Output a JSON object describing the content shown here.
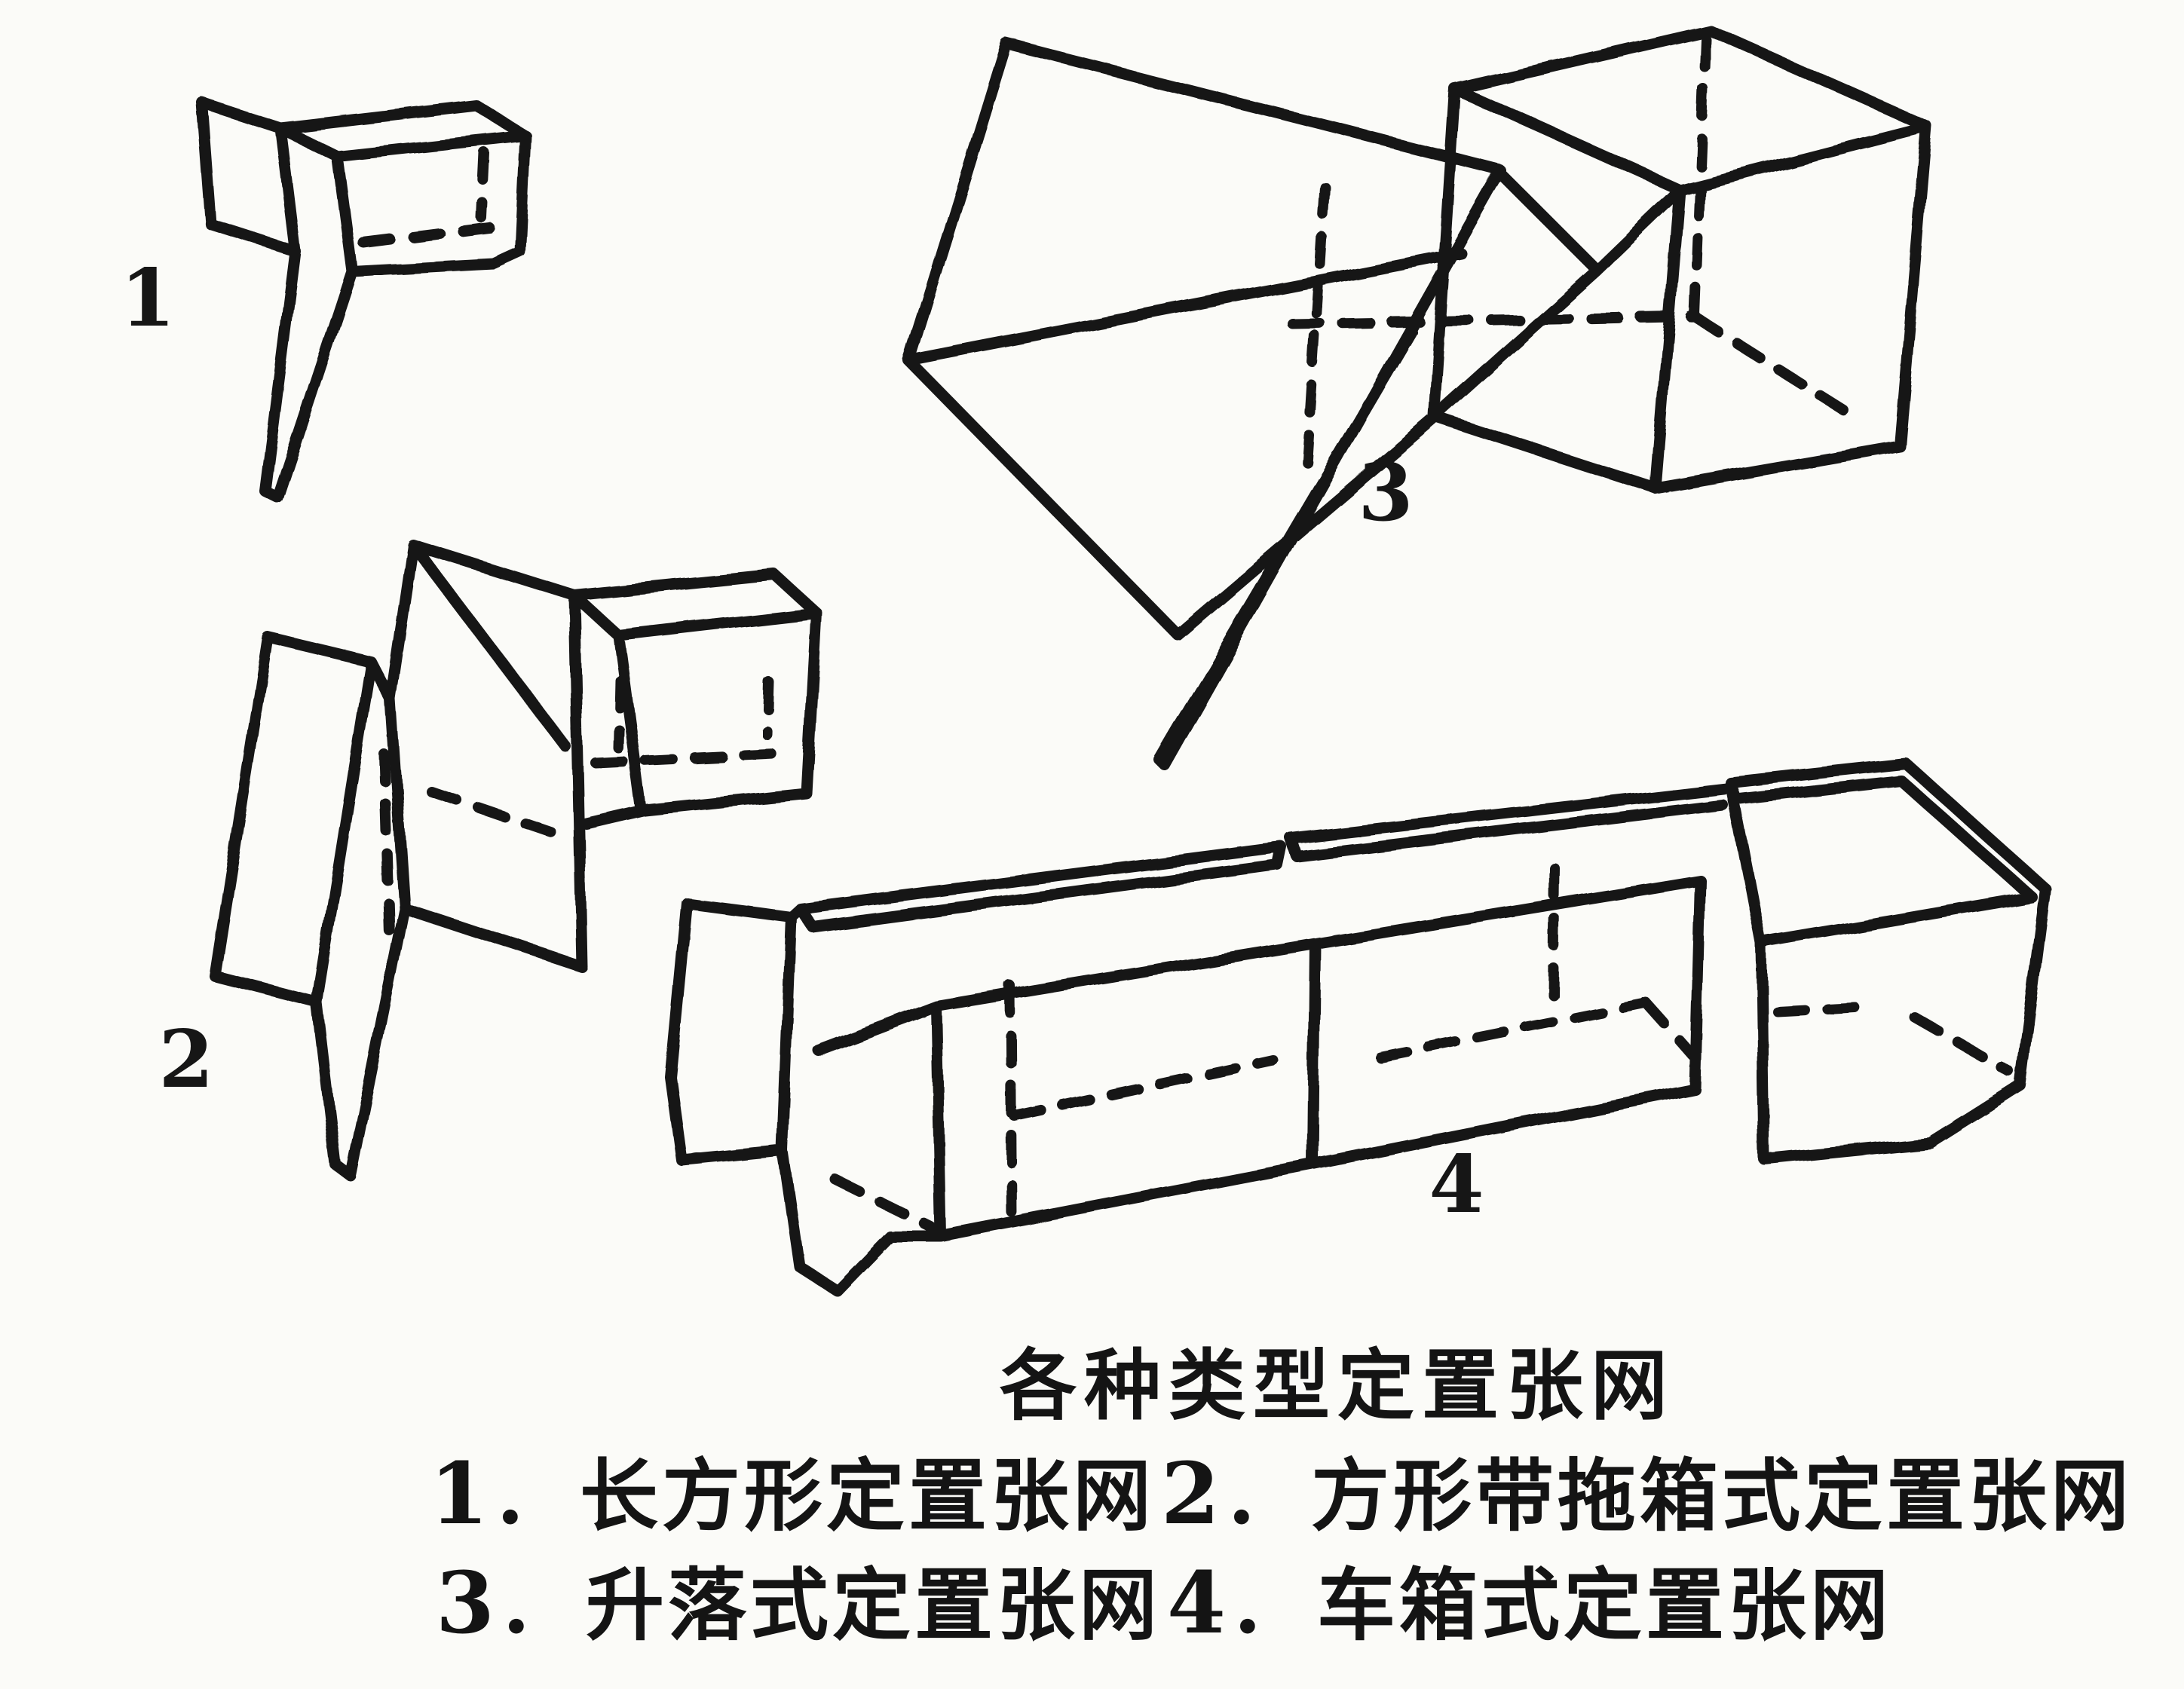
{
  "page": {
    "background": "#fbfbf8",
    "ink_color": "#171717"
  },
  "figure": {
    "title": "各种类型定置张网",
    "separator": "．",
    "legend": [
      {
        "number": "1",
        "label": "长方形定置张网"
      },
      {
        "number": "2",
        "label": "方形带拖箱式定置张网"
      },
      {
        "number": "3",
        "label": "升落式定置张网"
      },
      {
        "number": "4",
        "label": "车箱式定置张网"
      }
    ],
    "drawings": [
      {
        "label": "1"
      },
      {
        "label": "2"
      },
      {
        "label": "3"
      },
      {
        "label": "4"
      }
    ]
  }
}
